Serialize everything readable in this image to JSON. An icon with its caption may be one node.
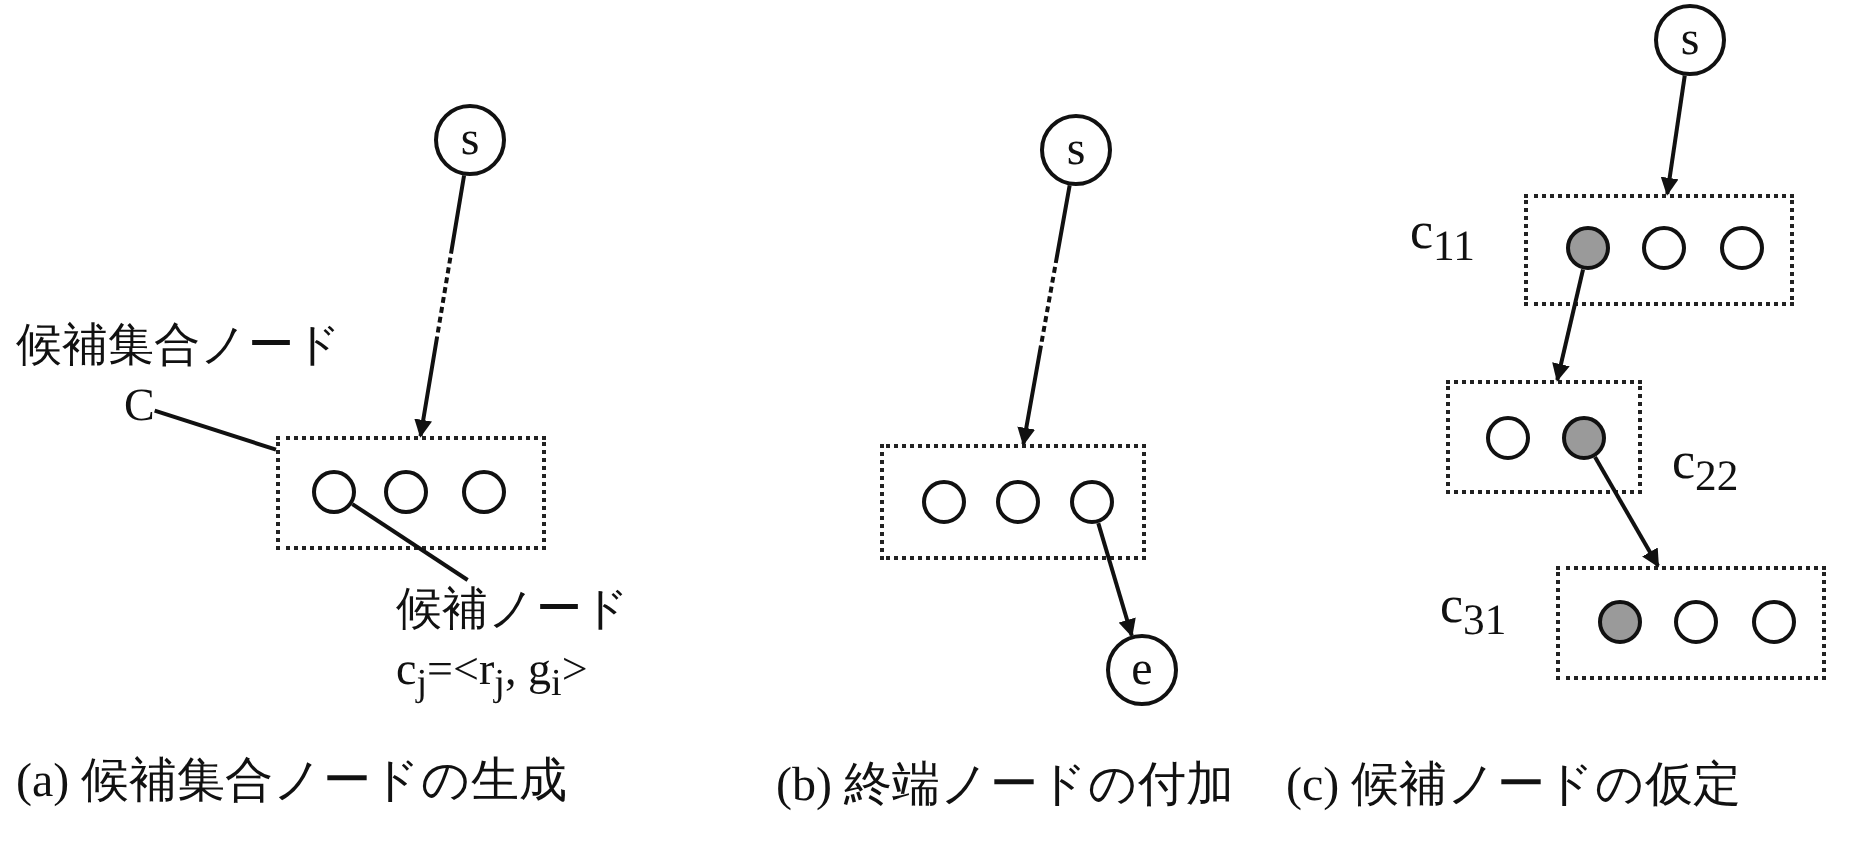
{
  "diagram": {
    "nodes": [
      {
        "text": [
          "s"
        ]
      },
      {
        "text": [
          "候補集合ノード",
          "C"
        ]
      },
      {
        "text": [],
        "shape": "box"
      },
      {
        "text": [],
        "shape": "circle",
        "in": 2
      },
      {
        "text": [],
        "shape": "circle",
        "in": 2
      },
      {
        "text": [],
        "shape": "circle",
        "in": 2
      },
      {
        "text": [
          "候補ノード",
          "c$_{j}$=<r$_{j}$, g$_{i}$>"
        ]
      },
      {
        "text": [
          "s"
        ]
      },
      {
        "text": [],
        "shape": "box"
      },
      {
        "text": [],
        "shape": "circle",
        "in": 8
      },
      {
        "text": [],
        "shape": "circle",
        "in": 8
      },
      {
        "text": [],
        "shape": "circle",
        "in": 8
      },
      {
        "text": [
          "e"
        ]
      },
      {
        "text": [
          "s"
        ]
      },
      {
        "text": [],
        "shape": "box",
        "beside": [
          "c$_{11}$"
        ]
      },
      {
        "text": [],
        "shape": "circle",
        "in": 14
      },
      {
        "text": [],
        "shape": "circle",
        "in": 14
      },
      {
        "text": [],
        "shape": "circle",
        "in": 14
      },
      {
        "text": [],
        "shape": "box",
        "beside": [
          "c$_{22}$"
        ]
      },
      {
        "text": [],
        "shape": "circle",
        "in": 18
      },
      {
        "text": [],
        "shape": "circle",
        "in": 18
      },
      {
        "text": [],
        "shape": "box",
        "beside": [
          "c$_{31}$"
        ]
      },
      {
        "text": [],
        "shape": "circle",
        "in": 21
      },
      {
        "text": [],
        "shape": "circle",
        "in": 21
      },
      {
        "text": [],
        "shape": "circle",
        "in": 21
      }
    ],
    "edges": [
      {
        "from": 0,
        "to": 2,
        "arrow": "to",
        "style": "dashed"
      },
      {
        "from": 1,
        "to": 2,
        "arrow": "none"
      },
      {
        "from": 6,
        "to": 3,
        "arrow": "none"
      },
      {
        "from": 7,
        "to": 8,
        "arrow": "to",
        "style": "dashed"
      },
      {
        "from": 11,
        "to": 12,
        "arrow": "to"
      },
      {
        "from": 13,
        "to": 14,
        "arrow": "to"
      },
      {
        "from": 15,
        "to": 18,
        "arrow": "to"
      },
      {
        "from": 20,
        "to": 21,
        "arrow": "to"
      }
    ],
    "labels": [
      "(a) 候補集合ノードの生成",
      "(b) 終端ノードの付加",
      "(c) 候補ノードの仮定"
    ]
  }
}
